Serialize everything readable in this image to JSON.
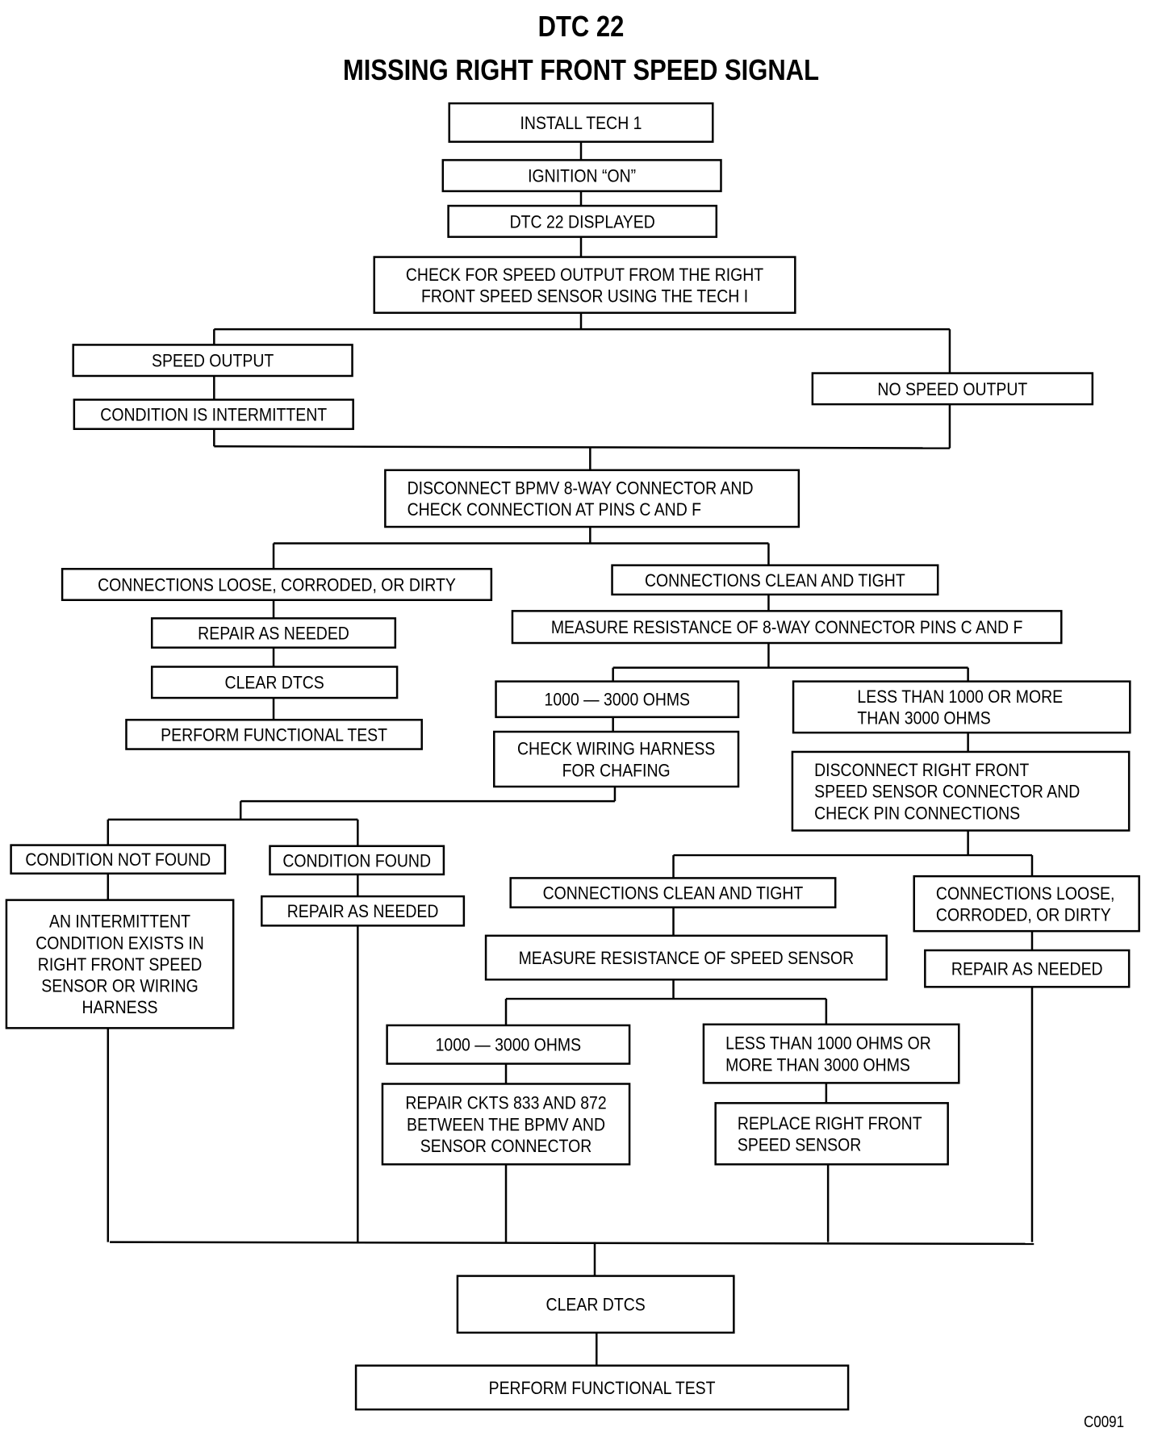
{
  "title": "DTC 22",
  "subtitle": "MISSING RIGHT FRONT SPEED SIGNAL",
  "figure_code": "C0091",
  "nodes": [
    {
      "id": "install-tech1",
      "lines": [
        "INSTALL TECH 1"
      ]
    },
    {
      "id": "ignition-on",
      "lines": [
        "IGNITION “ON”"
      ]
    },
    {
      "id": "dtc22-displayed",
      "lines": [
        "DTC 22 DISPLAYED"
      ]
    },
    {
      "id": "check-speed-output",
      "lines": [
        "CHECK FOR SPEED OUTPUT FROM THE RIGHT",
        "FRONT SPEED SENSOR USING THE TECH I"
      ]
    },
    {
      "id": "speed-output",
      "lines": [
        "SPEED OUTPUT"
      ]
    },
    {
      "id": "condition-intermittent",
      "lines": [
        "CONDITION IS INTERMITTENT"
      ]
    },
    {
      "id": "no-speed-output",
      "lines": [
        "NO SPEED OUTPUT"
      ]
    },
    {
      "id": "disconnect-bpmv",
      "lines": [
        "DISCONNECT BPMV 8-WAY CONNECTOR AND",
        "CHECK CONNECTION AT PINS C AND F"
      ]
    },
    {
      "id": "bpmv-loose",
      "lines": [
        "CONNECTIONS LOOSE, CORRODED, OR DIRTY"
      ]
    },
    {
      "id": "bpmv-repair",
      "lines": [
        "REPAIR AS NEEDED"
      ]
    },
    {
      "id": "bpmv-clear-dtcs",
      "lines": [
        "CLEAR DTCS"
      ]
    },
    {
      "id": "bpmv-functional-test",
      "lines": [
        "PERFORM FUNCTIONAL TEST"
      ]
    },
    {
      "id": "bpmv-clean",
      "lines": [
        "CONNECTIONS CLEAN AND TIGHT"
      ]
    },
    {
      "id": "measure-8way",
      "lines": [
        "MEASURE RESISTANCE OF 8-WAY CONNECTOR PINS C AND F"
      ]
    },
    {
      "id": "8way-in-range",
      "lines": [
        "1000 — 3000 OHMS"
      ]
    },
    {
      "id": "check-harness",
      "lines": [
        "CHECK WIRING HARNESS",
        "FOR CHAFING"
      ]
    },
    {
      "id": "8way-out-of-range",
      "lines": [
        "LESS THAN 1000 OR MORE",
        "THAN 3000 OHMS"
      ]
    },
    {
      "id": "disconnect-sensor",
      "lines": [
        "DISCONNECT RIGHT FRONT",
        "SPEED SENSOR CONNECTOR AND",
        "CHECK PIN CONNECTIONS"
      ]
    },
    {
      "id": "condition-not-found",
      "lines": [
        "CONDITION NOT FOUND"
      ]
    },
    {
      "id": "condition-found",
      "lines": [
        "CONDITION FOUND"
      ]
    },
    {
      "id": "intermittent-exists",
      "lines": [
        "AN INTERMITTENT",
        "CONDITION EXISTS IN",
        "RIGHT FRONT SPEED",
        "SENSOR OR WIRING",
        "HARNESS"
      ]
    },
    {
      "id": "harness-repair",
      "lines": [
        "REPAIR AS NEEDED"
      ]
    },
    {
      "id": "sensor-clean",
      "lines": [
        "CONNECTIONS CLEAN AND TIGHT"
      ]
    },
    {
      "id": "sensor-loose",
      "lines": [
        "CONNECTIONS LOOSE,",
        "CORRODED, OR DIRTY"
      ]
    },
    {
      "id": "measure-sensor",
      "lines": [
        "MEASURE RESISTANCE OF SPEED SENSOR"
      ]
    },
    {
      "id": "sensor-repair",
      "lines": [
        "REPAIR AS NEEDED"
      ]
    },
    {
      "id": "sensor-in-range",
      "lines": [
        "1000 — 3000 OHMS"
      ]
    },
    {
      "id": "sensor-out-of-range",
      "lines": [
        "LESS THAN 1000 OHMS OR",
        "MORE THAN 3000 OHMS"
      ]
    },
    {
      "id": "repair-ckts",
      "lines": [
        "REPAIR CKTS 833 AND 872",
        "BETWEEN THE BPMV AND",
        "SENSOR CONNECTOR"
      ]
    },
    {
      "id": "replace-sensor",
      "lines": [
        "REPLACE RIGHT FRONT",
        "SPEED SENSOR"
      ]
    },
    {
      "id": "final-clear-dtcs",
      "lines": [
        "CLEAR DTCS"
      ]
    },
    {
      "id": "final-functional-test",
      "lines": [
        "PERFORM FUNCTIONAL TEST"
      ]
    }
  ]
}
